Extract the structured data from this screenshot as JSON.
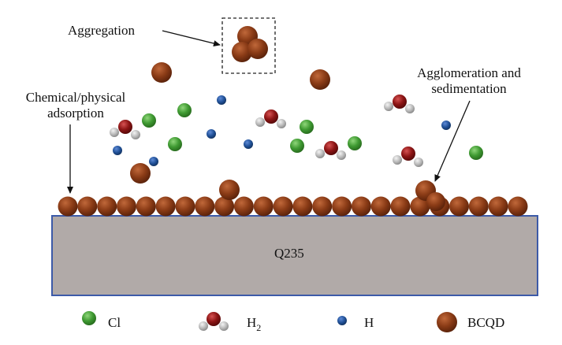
{
  "labels": {
    "aggregation": "Aggregation",
    "adsorption_line1": "Chemical/physical",
    "adsorption_line2": "adsorption",
    "agglomeration_line1": "Agglomeration and",
    "agglomeration_line2": "sedimentation",
    "substrate": "Q235"
  },
  "legend": {
    "cl": "Cl",
    "h2": "H",
    "h2_sub": "2",
    "h": "H",
    "bcqd": "BCQD"
  },
  "colors": {
    "bcqd": "#8a3b16",
    "chlorine": "#3f9a32",
    "hydrogen": "#1f4f95",
    "water_oxygen": "#8c1414",
    "water_hydrogen": "#b8b8b8",
    "substrate_fill": "#b1aaa8",
    "substrate_border": "#3c5aa8"
  }
}
